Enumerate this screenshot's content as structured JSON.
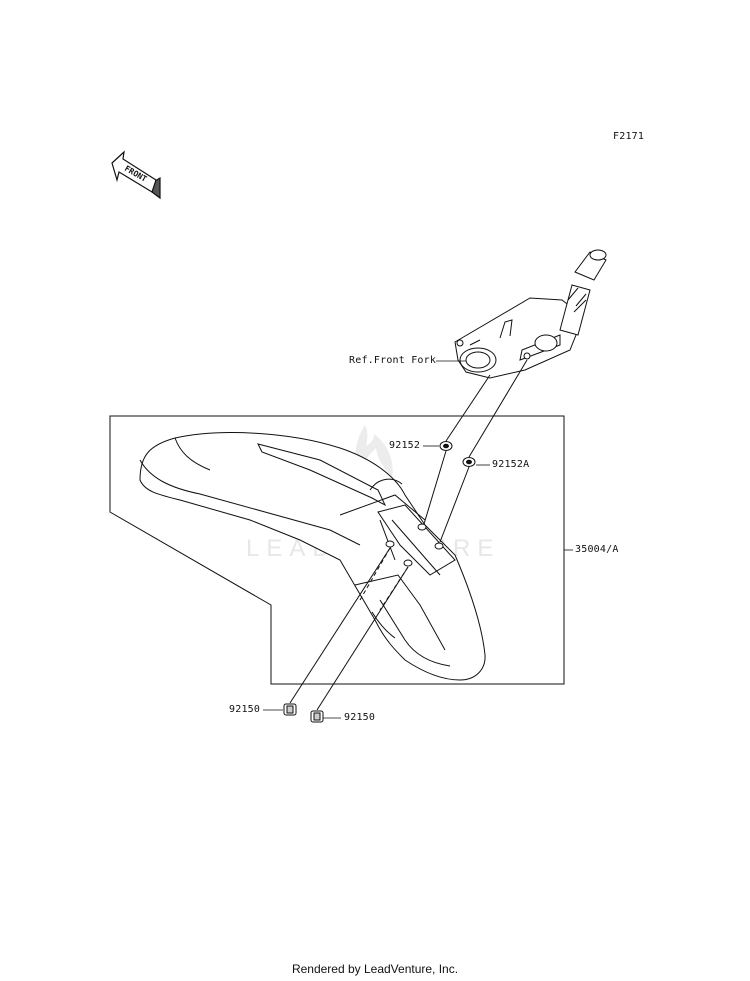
{
  "diagram_code": "F2171",
  "front_arrow_text": "FRONT",
  "watermark_text": "LEADVENTURE",
  "callouts": {
    "ref_front_fork": "Ref.Front Fork",
    "washer_left": "92152",
    "washer_right": "92152A",
    "fender_assembly": "35004/A",
    "bolt_left": "92150",
    "bolt_right": "92150"
  },
  "footer_text": "Rendered by LeadVenture, Inc."
}
